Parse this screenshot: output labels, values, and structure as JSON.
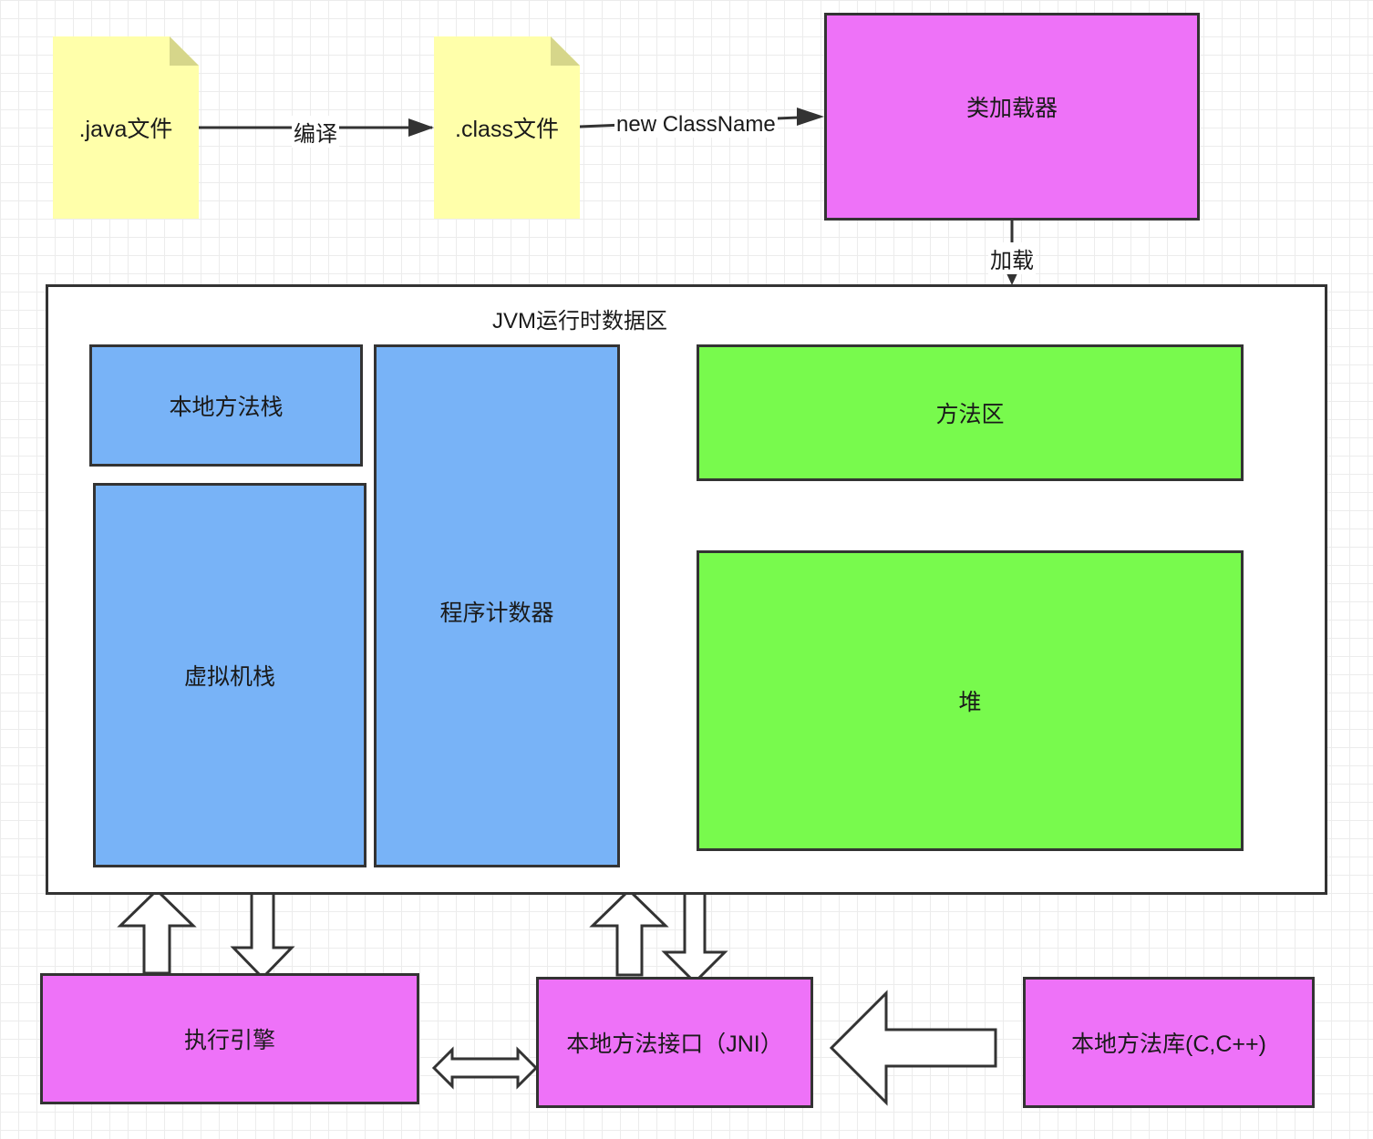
{
  "nodes": {
    "java_file": ".java文件",
    "class_file": ".class文件",
    "class_loader": "类加载器",
    "runtime_area": "JVM运行时数据区",
    "native_method_stack": "本地方法栈",
    "vm_stack": "虚拟机栈",
    "program_counter": "程序计数器",
    "method_area": "方法区",
    "heap": "堆",
    "execution_engine": "执行引擎",
    "native_interface": "本地方法接口（JNI）",
    "native_library": "本地方法库(C,C++)"
  },
  "edges": {
    "compile": "编译",
    "new_classname": "new ClassName",
    "load": "加载"
  },
  "colors": {
    "file_yellow": "#ffffaa",
    "magenta": "#ee72f8",
    "blue": "#78b3f7",
    "green": "#78fa4d",
    "border": "#333333"
  }
}
